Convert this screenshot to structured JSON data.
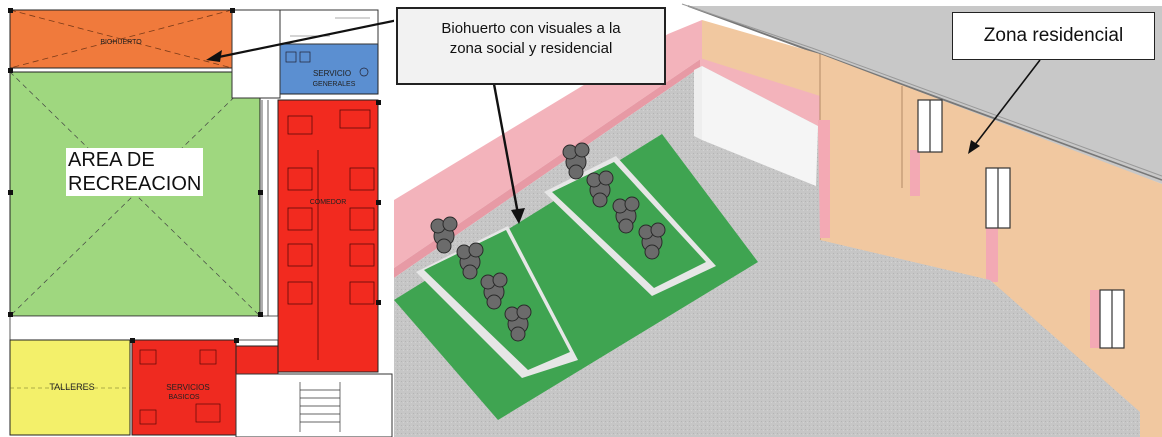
{
  "floor_plan": {
    "zones": {
      "biohuerto": "BIOHUERTO",
      "area_recreacion_line1": "AREA DE",
      "area_recreacion_line2": "RECREACION",
      "servicio_generales_line1": "SERVICIO",
      "servicio_generales_line2": "GENERALES",
      "comedor": "COMEDOR",
      "talleres": "TALLERES",
      "servicios_basicos_line1": "SERVICIOS",
      "servicios_basicos_line2": "BASICOS"
    },
    "colors": {
      "biohuerto": "#f07a3c",
      "recreacion": "#9fd77f",
      "servicio_generales": "#5b8fd1",
      "comedor": "#f22a1f",
      "talleres": "#f3f06a",
      "servicios_basicos": "#ef2a20"
    }
  },
  "render_view": {
    "callouts": {
      "biohuerto_line1": "Biohuerto con visuales a la",
      "biohuerto_line2": "zona social y residencial",
      "residencial": "Zona residencial"
    },
    "colors": {
      "garden": "#3fa451",
      "pink_wall": "#f3b3bb",
      "facade": "#f1c8a0",
      "roof": "#c8c8c8",
      "pavement": "#c4c4c4"
    }
  }
}
